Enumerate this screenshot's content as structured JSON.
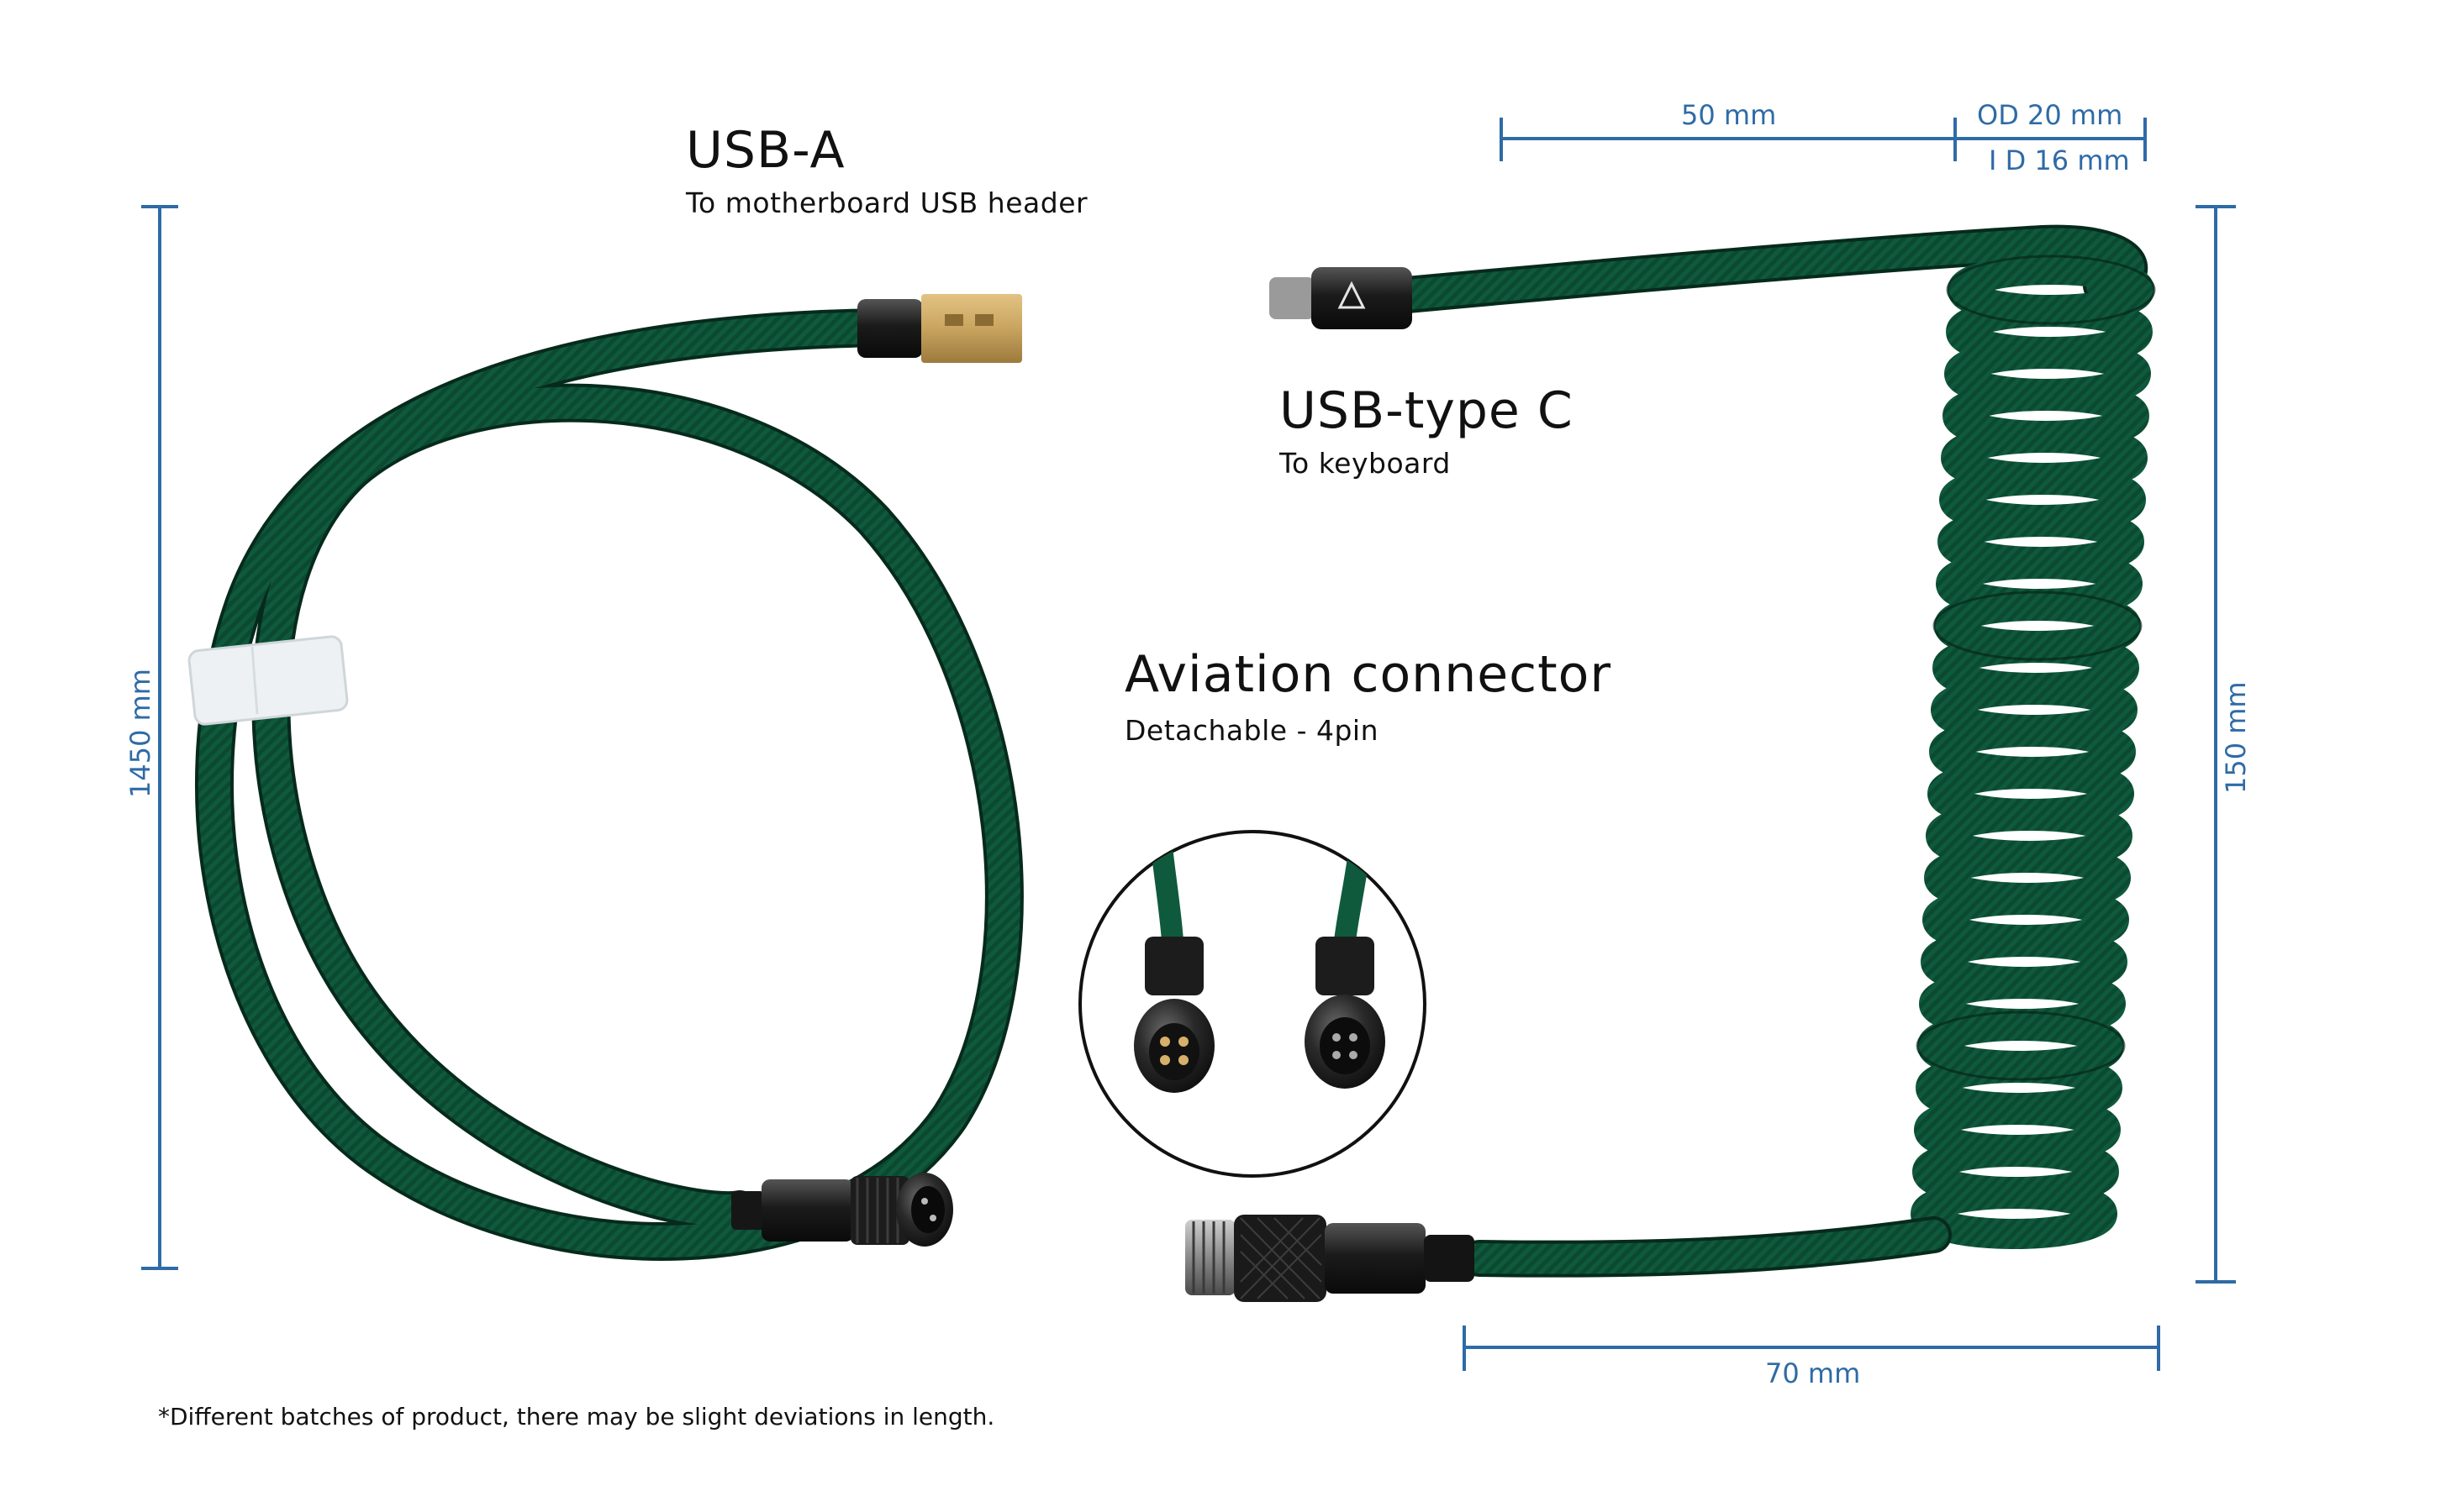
{
  "labels": {
    "usb_a": {
      "title": "USB-A",
      "subtitle": "To motherboard USB header"
    },
    "usb_c": {
      "title": "USB-type C",
      "subtitle": "To keyboard"
    },
    "aviation": {
      "title": "Aviation connector",
      "subtitle": "Detachable - 4pin"
    }
  },
  "dimensions": {
    "left_height": "1450 mm",
    "top_length": "50 mm",
    "outer_diameter": "OD 20 mm",
    "inner_diameter": "I D 16 mm",
    "coil_height": "150 mm",
    "bottom_length": "70 mm"
  },
  "footnote": "*Different batches of product, there may be slight deviations in length.",
  "colors": {
    "cable": "#0f5a3c",
    "cable_dark": "#083a27",
    "dimension": "#2f6ba6",
    "metal": "#1e1e1e",
    "gold": "#c9a460"
  }
}
